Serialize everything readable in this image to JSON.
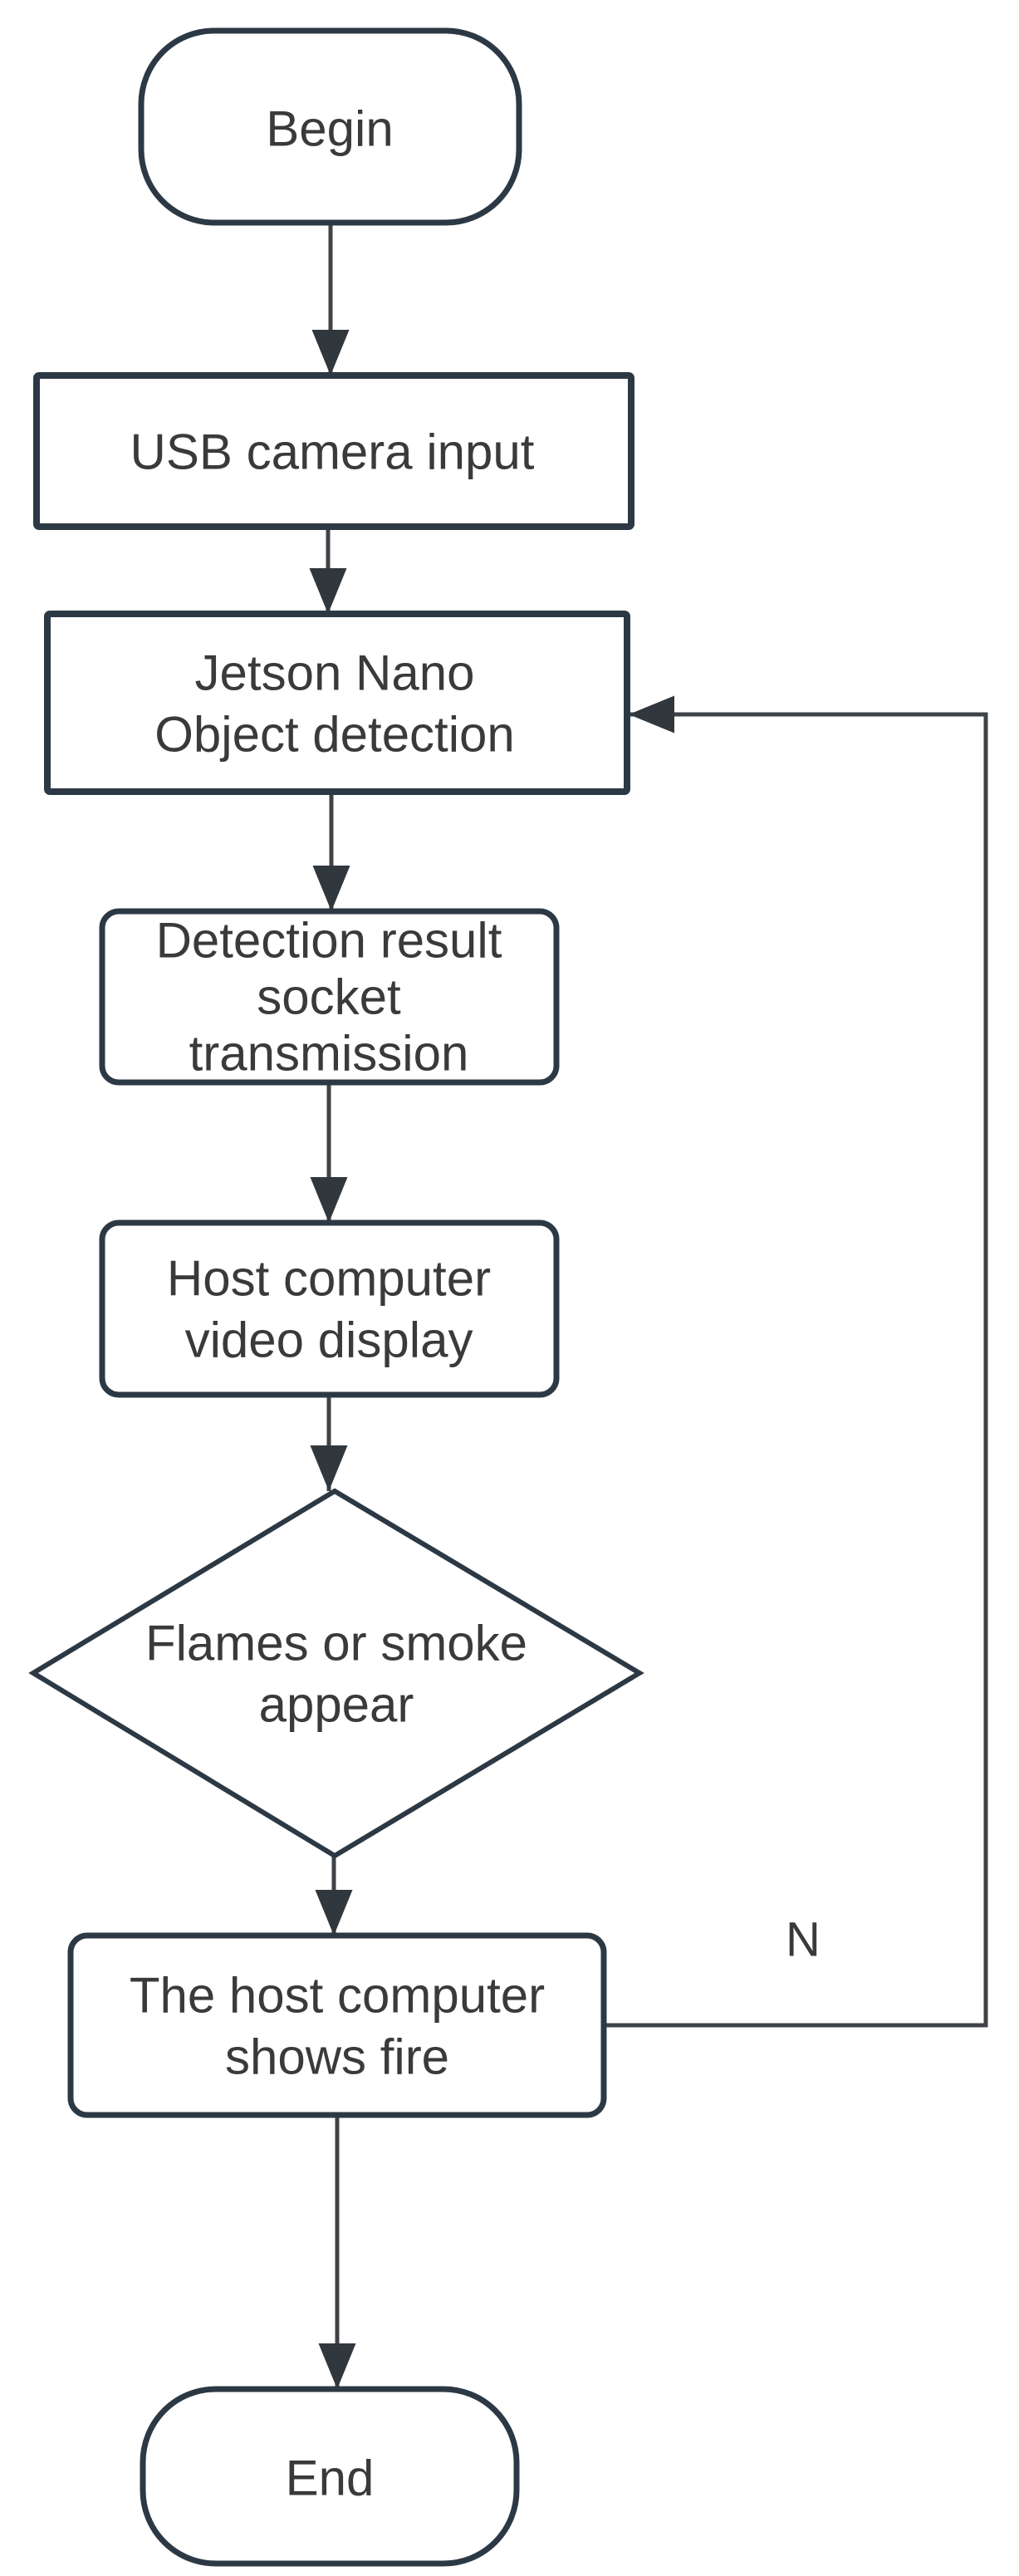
{
  "diagram": {
    "type": "flowchart",
    "colors": {
      "background": "#ffffff",
      "node_border": "#2c3945",
      "node_fill": "#ffffff",
      "connector": "#3f4347",
      "arrowhead": "#30373d",
      "text": "#3a3a3a"
    },
    "nodes": {
      "begin": {
        "shape": "terminator",
        "label": "Begin"
      },
      "usb_input": {
        "shape": "process",
        "label": "USB camera input"
      },
      "jetson": {
        "shape": "process",
        "label_line1": "Jetson Nano",
        "label_line2": "Object detection"
      },
      "socket": {
        "shape": "process-rounded",
        "label_line1": "Detection result",
        "label_line2": "socket",
        "label_line3": "transmission"
      },
      "video_display": {
        "shape": "process-rounded",
        "label_line1": "Host computer",
        "label_line2": "video display"
      },
      "decision": {
        "shape": "decision",
        "label_line1": "Flames or smoke",
        "label_line2": "appear"
      },
      "show_fire": {
        "shape": "process-rounded",
        "label_line1": "The host computer",
        "label_line2": "shows fire"
      },
      "end": {
        "shape": "terminator",
        "label": "End"
      }
    },
    "edges": {
      "no_branch_label": "N"
    }
  }
}
